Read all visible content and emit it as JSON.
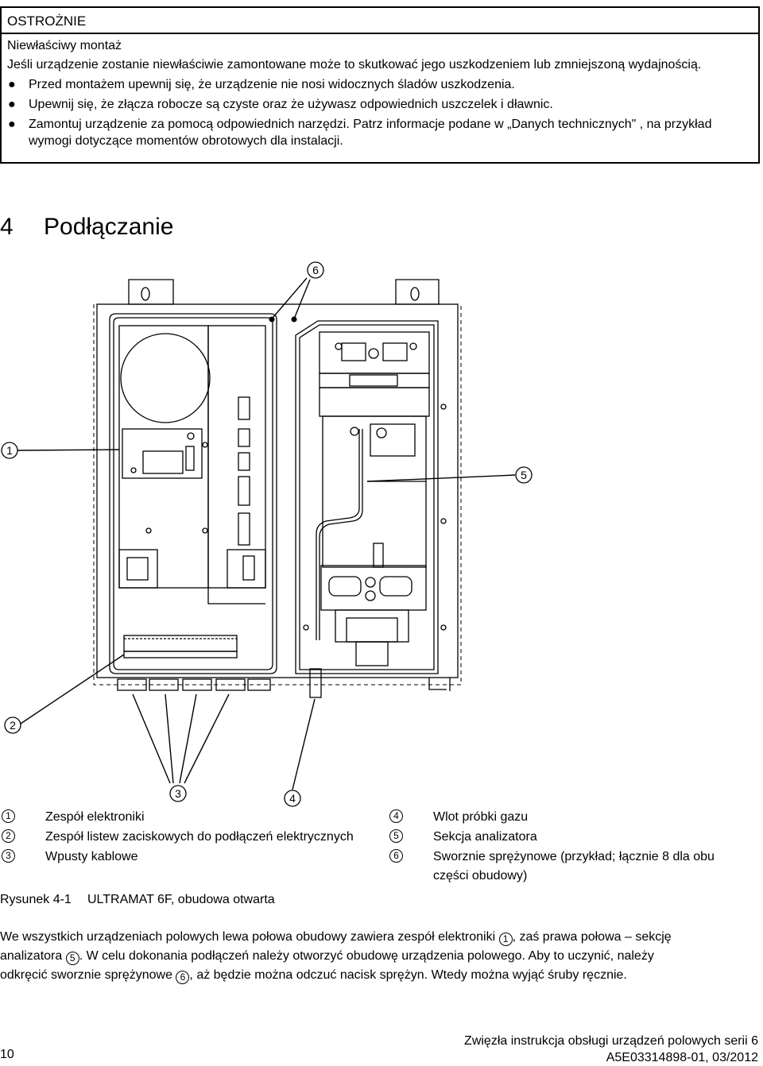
{
  "caution": {
    "header": "OSTROŻNIE",
    "subtitle": "Niewłaściwy montaż",
    "intro": "Jeśli urządzenie zostanie niewłaściwie zamontowane może to skutkować jego uszkodzeniem lub zmniejszoną wydajnością.",
    "bullets": [
      "Przed montażem upewnij się, że urządzenie nie nosi widocznych śladów uszkodzenia.",
      "Upewnij się, że złącza robocze są czyste oraz że używasz odpowiednich uszczelek i dławnic.",
      "Zamontuj urządzenie za pomocą odpowiednich narzędzi. Patrz informacje podane w „Danych technicznych\" , na przykład wymogi dotyczące momentów obrotowych dla instalacji."
    ]
  },
  "chapter": {
    "number": "4",
    "title": "Podłączanie"
  },
  "figure": {
    "callouts": [
      "1",
      "2",
      "3",
      "4",
      "5",
      "6"
    ]
  },
  "legend": [
    {
      "num": "1",
      "text": "Zespół elektroniki"
    },
    {
      "num": "2",
      "text": "Zespół listew zaciskowych do podłączeń elektrycznych"
    },
    {
      "num": "3",
      "text": "Wpusty kablowe"
    },
    {
      "num": "4",
      "text": "Wlot próbki gazu"
    },
    {
      "num": "5",
      "text": "Sekcja analizatora"
    },
    {
      "num": "6",
      "text": "Sworznie sprężynowe (przykład; łącznie 8 dla obu"
    },
    {
      "num": "",
      "text": "części obudowy)"
    }
  ],
  "caption": {
    "label": "Rysunek 4-1",
    "text": "ULTRAMAT 6F, obudowa otwarta"
  },
  "paragraph": {
    "p1": "We wszystkich urządzeniach polowych lewa połowa obudowy zawiera zespół elektroniki ",
    "c1": "1",
    "p2": ", zaś prawa połowa – sekcję",
    "p3": "analizatora ",
    "c2": "5",
    "p4": ". W celu dokonania podłączeń należy otworzyć obudowę urządzenia polowego. Aby to uczynić, należy",
    "p5": "odkręcić sworznie sprężynowe ",
    "c3": "6",
    "p6": ", aż będzie można odczuć nacisk sprężyn. Wtedy można wyjąć śruby ręcznie."
  },
  "footer": {
    "page": "10",
    "title": "Zwięzła instrukcja obsługi urządzeń polowych serii 6",
    "code": "A5E03314898-01, 03/2012"
  }
}
